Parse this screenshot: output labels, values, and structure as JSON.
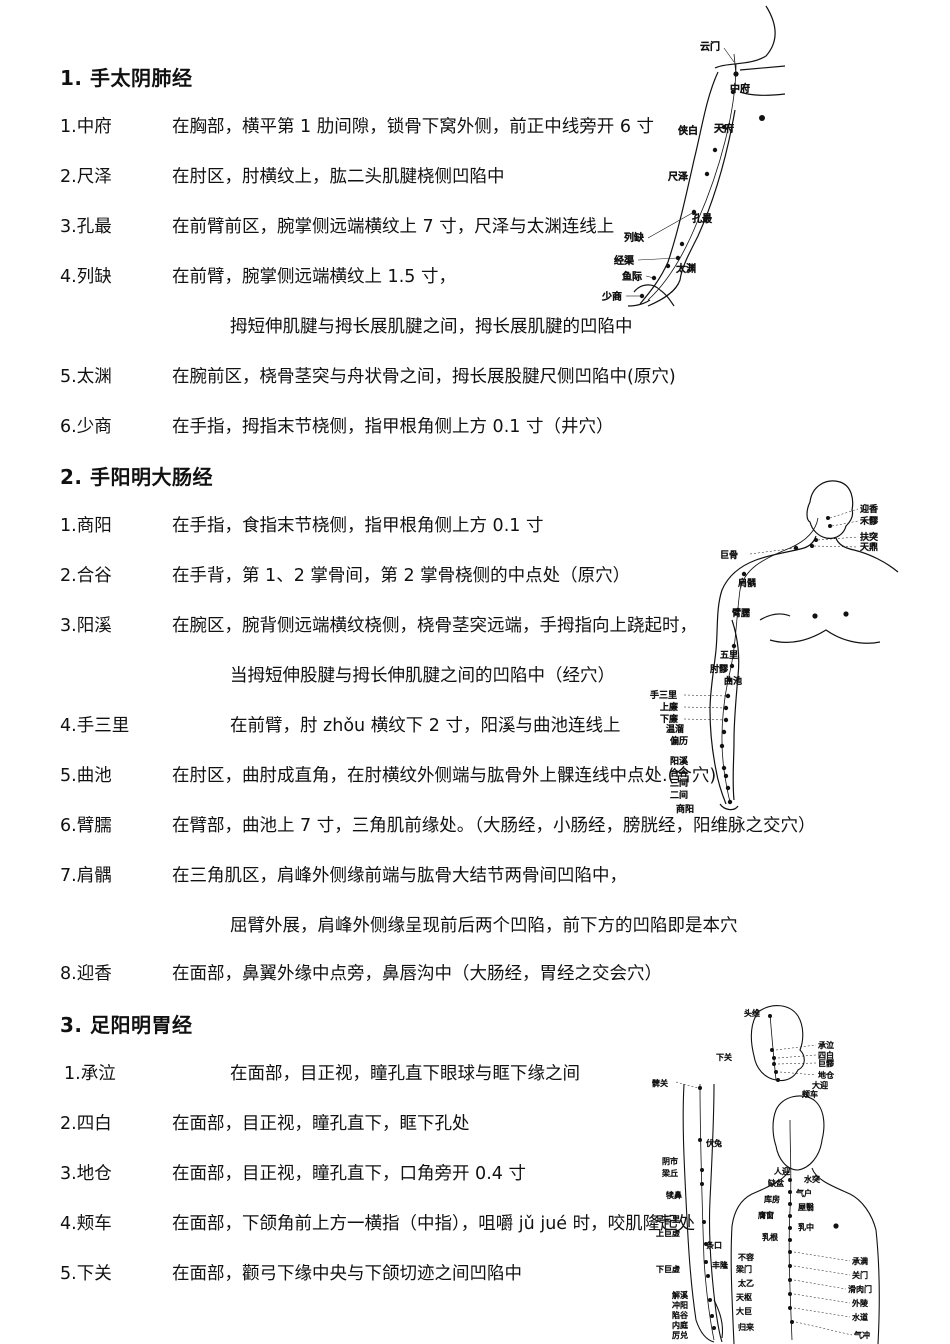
{
  "sections": [
    {
      "title": "1. 手太阴肺经",
      "rows": [
        {
          "name": "1.中府",
          "desc": "在胸部，横平第 1 肋间隙，锁骨下窝外侧，前正中线旁开 6 寸"
        },
        {
          "name": "2.尺泽",
          "desc": "在肘区，肘横纹上，肱二头肌腱桡侧凹陷中"
        },
        {
          "name": "3.孔最",
          "desc": "在前臂前区，腕掌侧远端横纹上 7 寸，尺泽与太渊连线上"
        },
        {
          "name": "4.列缺",
          "desc": "在前臂，腕掌侧远端横纹上 1.5 寸，",
          "cont": "拇短伸肌腱与拇长展肌腱之间，拇长展肌腱的凹陷中"
        },
        {
          "name": "5.太渊",
          "desc": "在腕前区，桡骨茎突与舟状骨之间，拇长展股腱尺侧凹陷中(原穴)"
        },
        {
          "name": "6.少商",
          "desc": "在手指，拇指末节桡侧，指甲根角侧上方 0.1 寸（井穴）"
        }
      ]
    },
    {
      "title": "2. 手阳明大肠经",
      "rows": [
        {
          "name": "1.商阳",
          "desc": "在手指，食指末节桡侧，指甲根角侧上方 0.1 寸"
        },
        {
          "name": "2.合谷",
          "desc": "在手背，第 1、2 掌骨间，第 2 掌骨桡侧的中点处（原穴）"
        },
        {
          "name": "3.阳溪",
          "desc": "在腕区，腕背侧远端横纹桡侧，桡骨茎突远端，手拇指向上跷起时，",
          "cont": "当拇短伸股腱与拇长伸肌腱之间的凹陷中（经穴）"
        },
        {
          "name": "4.手三里",
          "desc": "在前臂，肘 zhǒu 横纹下 2 寸，阳溪与曲池连线上"
        },
        {
          "name": "5.曲池",
          "desc": "在肘区，曲肘成直角，在肘横纹外侧端与肱骨外上髁连线中点处.(合穴)"
        },
        {
          "name": "6.臂臑",
          "desc": "在臂部，曲池上 7 寸，三角肌前缘处。（大肠经，小肠经，膀胱经，阳维脉之交穴）"
        },
        {
          "name": "7.肩髃",
          "desc": "在三角肌区，肩峰外侧缘前端与肱骨大结节两骨间凹陷中，",
          "cont": "屈臂外展，肩峰外侧缘呈现前后两个凹陷，前下方的凹陷即是本穴"
        },
        {
          "name": "8.迎香",
          "desc": "在面部，鼻翼外缘中点旁，鼻唇沟中（大肠经，胃经之交会穴）"
        }
      ]
    },
    {
      "title": "3. 足阳明胃经",
      "rows": [
        {
          "name": "1.承泣",
          "desc": "在面部，目正视，瞳孔直下眼球与眶下缘之间"
        },
        {
          "name": "2.四白",
          "desc": "在面部，目正视，瞳孔直下，眶下孔处"
        },
        {
          "name": "3.地仓",
          "desc": "在面部，目正视，瞳孔直下，口角旁开 0.4 寸"
        },
        {
          "name": "4.颊车",
          "desc": "在面部，下颌角前上方一横指（中指），咀嚼 jǔ jué 时，咬肌隆起处"
        },
        {
          "name": "5.下关",
          "desc": "在面部，颧弓下缘中央与下颌切迹之间凹陷中"
        }
      ]
    }
  ],
  "figures": {
    "lung": {
      "icon": "lung-meridian-arm-figure",
      "labels": [
        "云门",
        "中府",
        "侠白",
        "天府",
        "尺泽",
        "孔最",
        "列缺",
        "经渠",
        "鱼际",
        "太渊",
        "少商"
      ]
    },
    "large_intestine": {
      "icon": "large-intestine-meridian-figure",
      "labels": [
        "迎香",
        "禾髎",
        "扶突",
        "天鼎",
        "巨骨",
        "肩髃",
        "臂臑",
        "五里",
        "肘髎",
        "曲池",
        "手三里",
        "上廉",
        "下廉",
        "温溜",
        "偏历",
        "阳溪",
        "合谷",
        "三间",
        "二间",
        "商阳"
      ]
    },
    "stomach": {
      "icon": "stomach-meridian-figure",
      "labels": [
        "头维",
        "下关",
        "承泣",
        "四白",
        "巨髎",
        "地仓",
        "大迎",
        "颊车",
        "髀关",
        "伏兔",
        "阴市",
        "梁丘",
        "犊鼻",
        "足三里",
        "上巨虚",
        "条口",
        "下巨虚",
        "丰隆",
        "解溪",
        "冲阳",
        "陷谷",
        "内庭",
        "厉兑",
        "人迎",
        "水突",
        "缺盆",
        "气户",
        "库房",
        "屋翳",
        "膺窗",
        "乳中",
        "乳根",
        "不容",
        "承满",
        "梁门",
        "关门",
        "太乙",
        "滑肉门",
        "天枢",
        "外陵",
        "大巨",
        "水道",
        "归来",
        "气冲"
      ]
    }
  }
}
